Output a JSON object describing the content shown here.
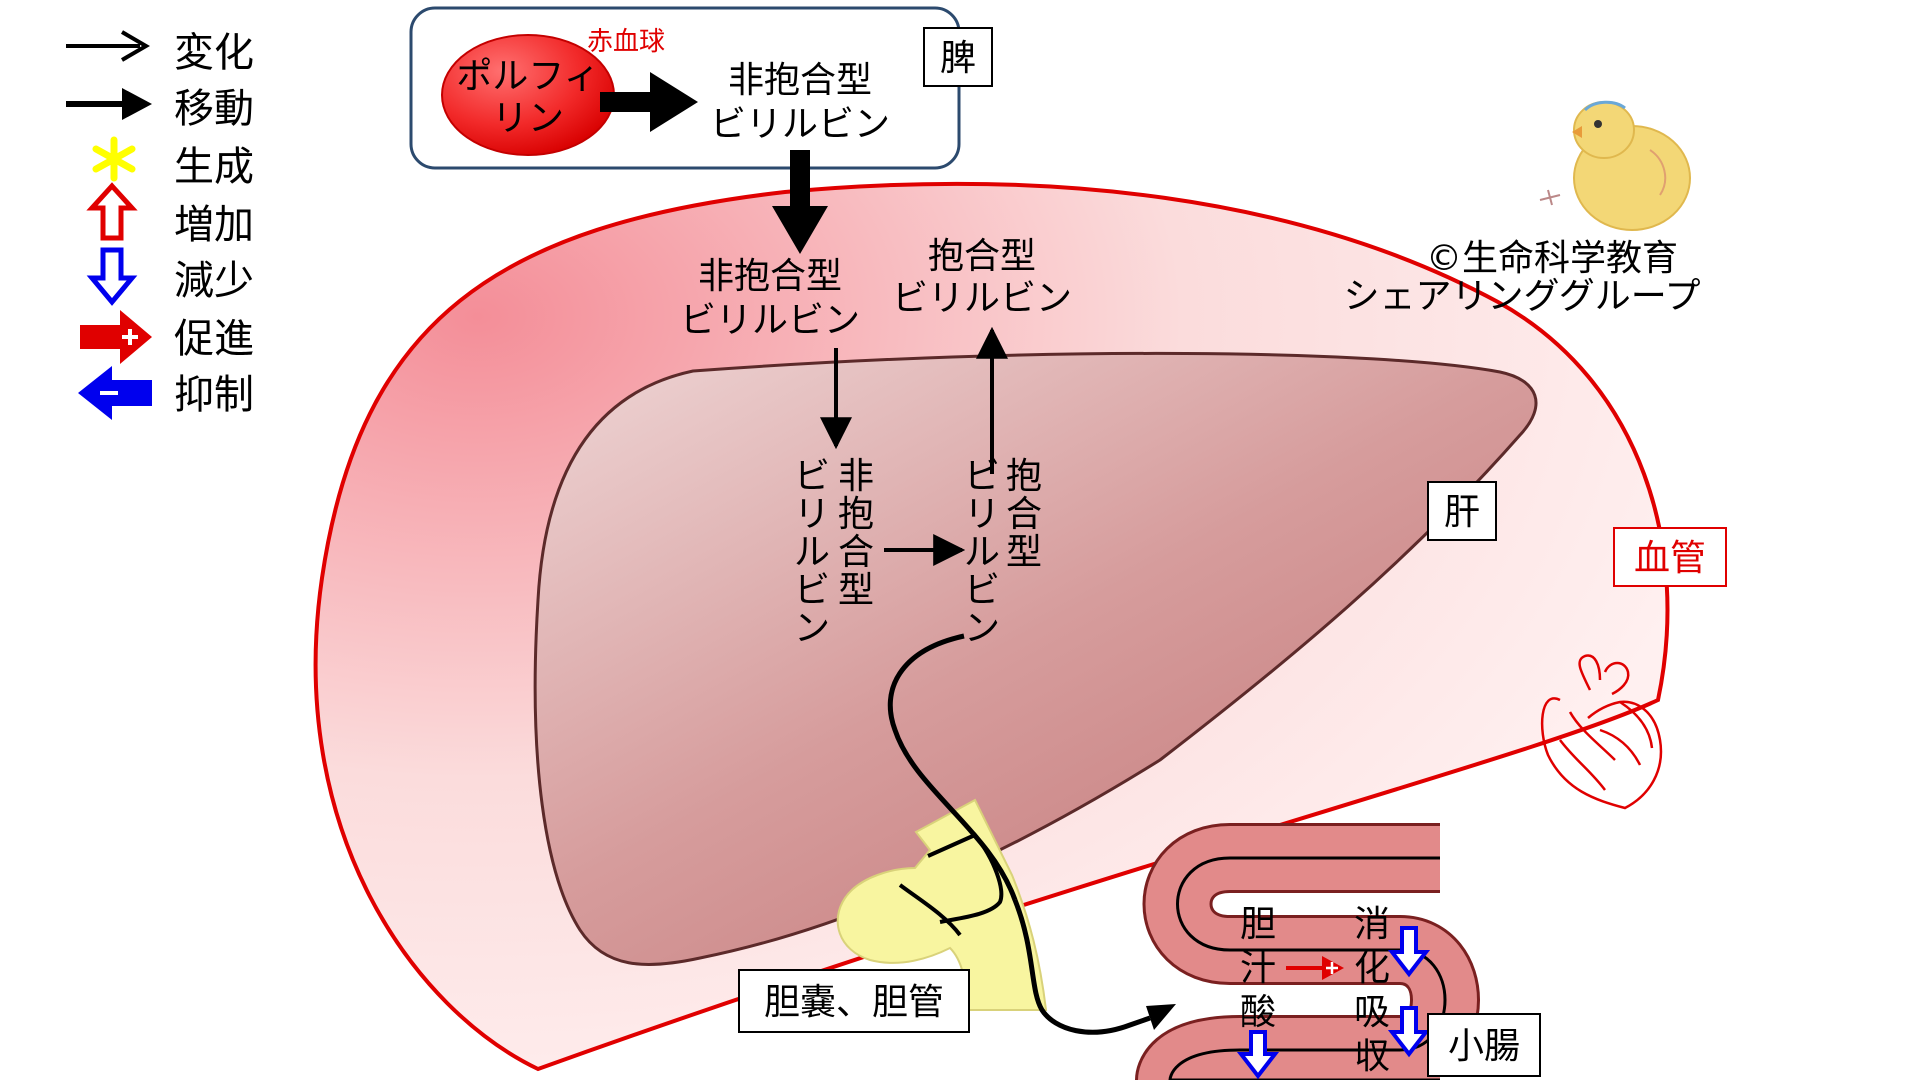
{
  "legend": [
    {
      "icon": "open-arrow-icon",
      "label": "変化"
    },
    {
      "icon": "filled-arrow-icon",
      "label": "移動"
    },
    {
      "icon": "yellow-asterisk-icon",
      "label": "生成"
    },
    {
      "icon": "red-up-arrow-icon",
      "label": "増加"
    },
    {
      "icon": "blue-down-arrow-icon",
      "label": "減少"
    },
    {
      "icon": "red-plus-arrow-icon",
      "label": "促進"
    },
    {
      "icon": "blue-minus-arrow-icon",
      "label": "抑制"
    }
  ],
  "spleen": {
    "label": "脾",
    "rbc_label": "赤血球",
    "porphyrin_line1": "ポルフィ",
    "porphyrin_line2": "リン",
    "unconj_line1": "非抱合型",
    "unconj_line2": "ビリルビン"
  },
  "blood": {
    "label": "血管",
    "unconj_line1": "非抱合型",
    "unconj_line2": "ビリルビン",
    "conj_line1": "抱合型",
    "conj_line2": "ビリルビン"
  },
  "liver": {
    "label": "肝",
    "unconj_col1": [
      "ビ",
      "リ",
      "ル",
      "ビ",
      "ン"
    ],
    "unconj_col2": [
      "非",
      "抱",
      "合",
      "型"
    ],
    "conj_col1": [
      "ビ",
      "リ",
      "ル",
      "ビ",
      "ン"
    ],
    "conj_col2": [
      "抱",
      "合",
      "型"
    ]
  },
  "gallbladder_label": "胆嚢、胆管",
  "intestine": {
    "label": "小腸",
    "bile_acid": [
      "胆",
      "汁",
      "酸"
    ],
    "digest_absorb": [
      "消",
      "化",
      "吸",
      "収"
    ]
  },
  "copyright": {
    "line1": "©生命科学教育",
    "line2": "シェアリンググループ"
  },
  "colors": {
    "red": "#e00000",
    "blue": "#0000ee",
    "yellow": "#ffff00",
    "liver": "#c98585",
    "vessel": "#f8c9c9",
    "bile": "#f8f5a0"
  }
}
